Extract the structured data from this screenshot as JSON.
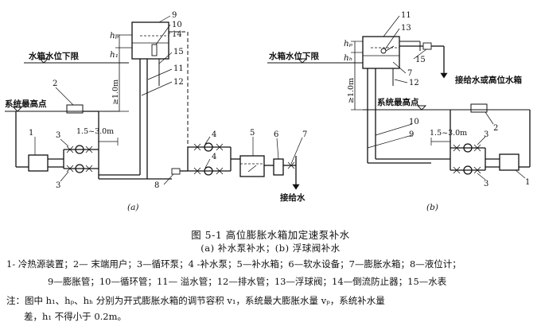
{
  "figure": {
    "title": "图 5-1   高位膨胀水箱加定速泵补水",
    "subtitle": "(a) 补水泵补水；(b) 浮球阀补水",
    "legend_line1": "1- 冷热源装置；2— 末端用户；3—循环泵；4 -补水泵；5—补水箱；6—软水设备；7—膨胀水箱；8—液位计；",
    "legend_line2": "9—膨胀管；10—循环管；11— 溢水管；12—排水管；13—浮球阀；14—倒流防止器；15—水表",
    "note_line1_a": "注：图中 h₁、hₚ、hₕ 分别为开式膨胀水箱的调节容积 v₁，系统最大膨胀水量 vₚ，系统补水量",
    "note_line1_faded": " v… 系统补水量",
    "note_line2": "差，h₁ 不得小于 0.2m。"
  },
  "panel_a": {
    "label": "(a)",
    "water_level_label": "水箱水位下限",
    "system_high_label": "系统最高点",
    "dim_min_height": "≥1.0m",
    "dim_pipe_gap": "1.5~3.0m",
    "makeup_water_label": "接给水",
    "h1": "h₁",
    "hp": "hₚ",
    "numbers": [
      "1",
      "2",
      "3",
      "3",
      "4",
      "4",
      "5",
      "6",
      "7",
      "8",
      "9",
      "10",
      "11",
      "12",
      "14",
      "15"
    ]
  },
  "panel_b": {
    "label": "(b)",
    "water_level_label": "水箱水位下限",
    "system_high_label": "系统最高点",
    "dim_min_height": "≥1.0m",
    "dim_pipe_gap": "1.5~3.0m",
    "supply_label": "接给水或高位水箱",
    "hb": "hₕ",
    "hp": "hₚ",
    "numbers": [
      "1",
      "2",
      "3",
      "3",
      "7",
      "9",
      "10",
      "11",
      "12",
      "13",
      "15"
    ]
  }
}
